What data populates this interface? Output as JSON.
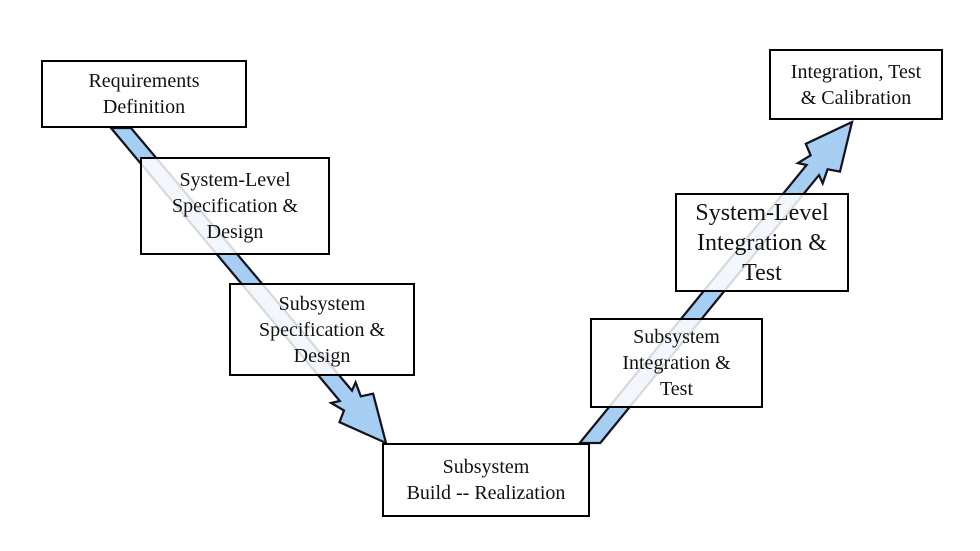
{
  "diagram_type": "v-model-process-flow",
  "colors": {
    "background": "#ffffff",
    "box_border": "#000000",
    "box_fill": "#ffffff",
    "arrow_fill": "#a6cdf2",
    "arrow_stroke": "#14141e",
    "text": "#111111"
  },
  "nodes": [
    {
      "id": "requirements-definition",
      "label": "Requirements\nDefinition"
    },
    {
      "id": "system-level-specification-design",
      "label": "System-Level\nSpecification &\nDesign"
    },
    {
      "id": "subsystem-specification-design",
      "label": "Subsystem\nSpecification &\nDesign"
    },
    {
      "id": "subsystem-build-realization",
      "label": "Subsystem\nBuild -- Realization"
    },
    {
      "id": "subsystem-integration-test",
      "label": "Subsystem\nIntegration &\nTest"
    },
    {
      "id": "system-level-integration-test",
      "label": "System-Level\nIntegration &\nTest"
    },
    {
      "id": "integration-test-calibration",
      "label": "Integration, Test\n& Calibration"
    }
  ],
  "arrows": [
    {
      "id": "descending-arrow",
      "from": "requirements-definition",
      "to": "subsystem-build-realization",
      "direction": "down-right"
    },
    {
      "id": "ascending-arrow",
      "from": "subsystem-build-realization",
      "to": "integration-test-calibration",
      "direction": "up-right"
    }
  ]
}
